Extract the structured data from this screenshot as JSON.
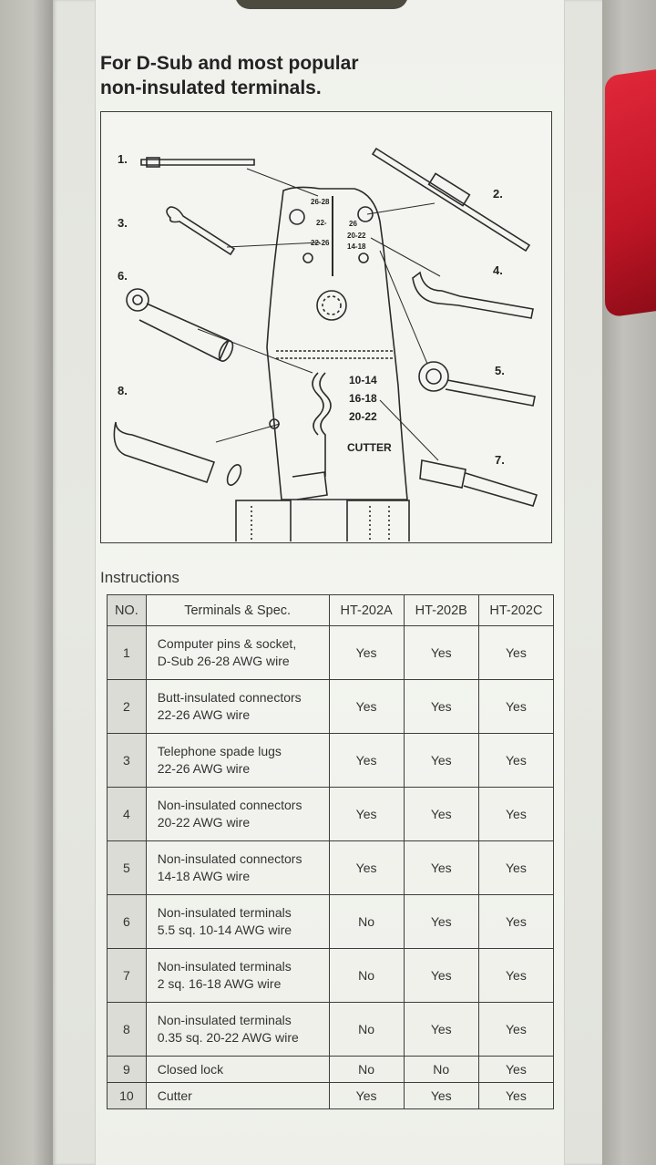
{
  "heading": {
    "line1": "For D-Sub and most popular",
    "line2": "non-insulated terminals."
  },
  "diagram": {
    "callouts": [
      "1.",
      "2.",
      "3.",
      "4.",
      "5.",
      "6.",
      "7.",
      "8."
    ],
    "upper_die_labels": [
      "26-28",
      "22-",
      "26",
      "20-22",
      "22-26",
      "14-18"
    ],
    "lower_die_labels": [
      "10-14",
      "16-18",
      "20-22"
    ],
    "cutter_label": "CUTTER"
  },
  "instructions_label": "Instructions",
  "table": {
    "headers": [
      "NO.",
      "Terminals & Spec.",
      "HT-202A",
      "HT-202B",
      "HT-202C"
    ],
    "rows": [
      {
        "no": "1",
        "line1": "Computer pins & socket,",
        "line2": "D-Sub 26-28 AWG wire",
        "a": "Yes",
        "b": "Yes",
        "c": "Yes"
      },
      {
        "no": "2",
        "line1": "Butt-insulated connectors",
        "line2": "22-26 AWG wire",
        "a": "Yes",
        "b": "Yes",
        "c": "Yes"
      },
      {
        "no": "3",
        "line1": "Telephone spade lugs",
        "line2": "22-26 AWG wire",
        "a": "Yes",
        "b": "Yes",
        "c": "Yes"
      },
      {
        "no": "4",
        "line1": "Non-insulated connectors",
        "line2": "20-22 AWG wire",
        "a": "Yes",
        "b": "Yes",
        "c": "Yes"
      },
      {
        "no": "5",
        "line1": "Non-insulated connectors",
        "line2": "14-18 AWG wire",
        "a": "Yes",
        "b": "Yes",
        "c": "Yes"
      },
      {
        "no": "6",
        "line1": "Non-insulated terminals",
        "line2": "5.5 sq. 10-14 AWG wire",
        "a": "No",
        "b": "Yes",
        "c": "Yes"
      },
      {
        "no": "7",
        "line1": "Non-insulated terminals",
        "line2": "2 sq. 16-18 AWG wire",
        "a": "No",
        "b": "Yes",
        "c": "Yes"
      },
      {
        "no": "8",
        "line1": "Non-insulated terminals",
        "line2": "0.35 sq. 20-22 AWG wire",
        "a": "No",
        "b": "Yes",
        "c": "Yes"
      },
      {
        "no": "9",
        "line1": "Closed lock",
        "line2": "",
        "a": "No",
        "b": "No",
        "c": "Yes"
      },
      {
        "no": "10",
        "line1": "Cutter",
        "line2": "",
        "a": "Yes",
        "b": "Yes",
        "c": "Yes"
      }
    ]
  }
}
